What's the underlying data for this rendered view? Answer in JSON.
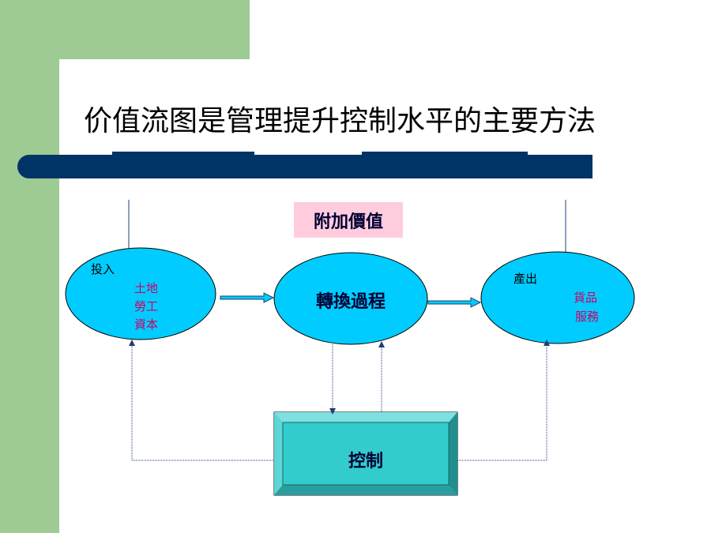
{
  "slide": {
    "title": "价值流图是管理提升控制水平的主要方法",
    "colors": {
      "background_green": "#9dcb93",
      "bar": "#003366",
      "node_fill": "#00ccff",
      "control_fill": "#33cccc",
      "value_label_bg": "#ffccdd",
      "pink_text": "#cc0066"
    }
  },
  "diagram": {
    "value_added_label": "附加價值",
    "input": {
      "label": "投入",
      "items": [
        "土地",
        "勞工",
        "資本"
      ]
    },
    "process": {
      "label": "轉換過程"
    },
    "output": {
      "label": "產出",
      "items": [
        "貨品",
        "服務"
      ]
    },
    "control": {
      "label": "控制"
    }
  }
}
